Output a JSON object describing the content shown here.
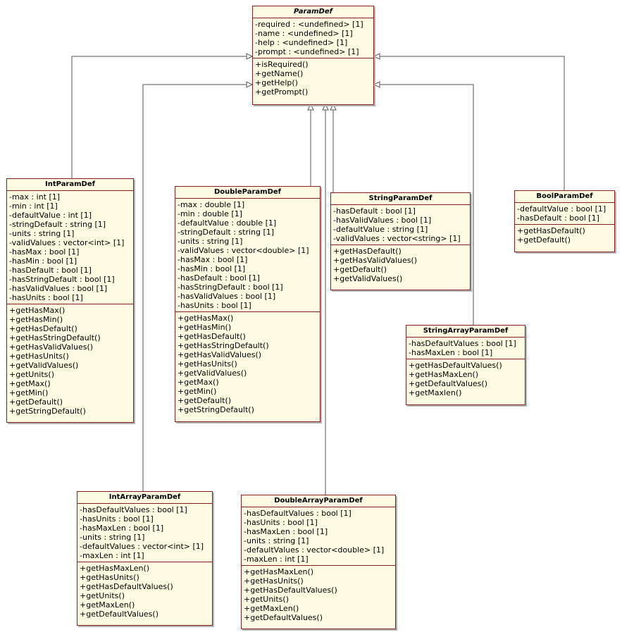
{
  "classes": {
    "paramdef": {
      "name": "ParamDef",
      "attributes": [
        "-required : <undefined> [1]",
        "-name : <undefined> [1]",
        "-help : <undefined> [1]",
        "-prompt : <undefined> [1]"
      ],
      "operations": [
        "+isRequired()",
        "+getName()",
        "+getHelp()",
        "+getPrompt()"
      ]
    },
    "intparamdef": {
      "name": "IntParamDef",
      "attributes": [
        "-max : int [1]",
        "-min : int [1]",
        "-defaultValue : int [1]",
        "-stringDefault : string [1]",
        "-units : string [1]",
        "-validValues : vector<int> [1]",
        "-hasMax : bool [1]",
        "-hasMin : bool [1]",
        "-hasDefault : bool [1]",
        "-hasStringDefault : bool [1]",
        "-hasValidValues : bool [1]",
        "-hasUnits : bool [1]"
      ],
      "operations": [
        "+getHasMax()",
        "+getHasMin()",
        "+getHasDefault()",
        "+getHasStringDefault()",
        "+getHasValidValues()",
        "+getHasUnits()",
        "+getValidValues()",
        "+getUnits()",
        "+getMax()",
        "+getMin()",
        "+getDefault()",
        "+getStringDefault()"
      ]
    },
    "doubleparamdef": {
      "name": "DoubleParamDef",
      "attributes": [
        "-max : double [1]",
        "-min : double [1]",
        "-defaultValue : double [1]",
        "-stringDefault : string [1]",
        "-units : string [1]",
        "-validValues : vector<double> [1]",
        "-hasMax : bool [1]",
        "-hasMin : bool [1]",
        "-hasDefault : bool [1]",
        "-hasStringDefault : bool [1]",
        "-hasValidValues : bool [1]",
        "-hasUnits : bool [1]"
      ],
      "operations": [
        "+getHasMax()",
        "+getHasMin()",
        "+getHasDefault()",
        "+getHasStringDefault()",
        "+getHasValidValues()",
        "+getHasUnits()",
        "+getValidValues()",
        "+getMax()",
        "+getMin()",
        "+getDefault()",
        "+getStringDefault()"
      ]
    },
    "stringparamdef": {
      "name": "StringParamDef",
      "attributes": [
        "-hasDefault : bool [1]",
        "-hasValidValues : bool [1]",
        "-defaultValue : string [1]",
        "-validValues : vector<string> [1]"
      ],
      "operations": [
        "+getHasDefault()",
        "+getHasValidValues()",
        "+getDefault()",
        "+getValidValues()"
      ]
    },
    "boolparamdef": {
      "name": "BoolParamDef",
      "attributes": [
        "-defaultValue : bool [1]",
        "-hasDefault : bool [1]"
      ],
      "operations": [
        "+getHasDefault()",
        "+getDefault()"
      ]
    },
    "stringarrayparamdef": {
      "name": "StringArrayParamDef",
      "attributes": [
        "-hasDefaultValues : bool [1]",
        "-hasMaxLen : bool [1]"
      ],
      "operations": [
        "+getHasDefaultValues()",
        "+getHasMaxLen()",
        "+getDefaultValues()",
        "+getMaxlen()"
      ]
    },
    "intarrayparamdef": {
      "name": "IntArrayParamDef",
      "attributes": [
        "-hasDefaultValues : bool [1]",
        "-hasUnits : bool [1]",
        "-hasMaxLen : bool [1]",
        "-units : string [1]",
        "-defaultValues : vector<int> [1]",
        "-maxLen : int [1]"
      ],
      "operations": [
        "+getHasMaxLen()",
        "+getHasUnits()",
        "+getHasDefaultValues()",
        "+getUnits()",
        "+getMaxLen()",
        "+getDefaultValues()"
      ]
    },
    "doublearrayparamdef": {
      "name": "DoubleArrayParamDef",
      "attributes": [
        "-hasDefaultValues : bool [1]",
        "-hasUnits : bool [1]",
        "-hasMaxLen : bool [1]",
        "-units : string [1]",
        "-defaultValues : vector<double> [1]",
        "-maxLen : int [1]"
      ],
      "operations": [
        "+getHasMaxLen()",
        "+getHasUnits()",
        "+getHasDefaultValues()",
        "+getUnits()",
        "+getMaxLen()",
        "+getDefaultValues()"
      ]
    }
  },
  "relations": [
    {
      "from": "IntParamDef",
      "to": "ParamDef",
      "type": "generalization"
    },
    {
      "from": "IntArrayParamDef",
      "to": "ParamDef",
      "type": "generalization"
    },
    {
      "from": "DoubleParamDef",
      "to": "ParamDef",
      "type": "generalization"
    },
    {
      "from": "DoubleArrayParamDef",
      "to": "ParamDef",
      "type": "generalization"
    },
    {
      "from": "StringParamDef",
      "to": "ParamDef",
      "type": "generalization"
    },
    {
      "from": "StringArrayParamDef",
      "to": "ParamDef",
      "type": "generalization"
    },
    {
      "from": "BoolParamDef",
      "to": "ParamDef",
      "type": "generalization"
    }
  ],
  "colors": {
    "box_fill": "#fffbe2",
    "box_border": "#8a1f1f",
    "edge": "#555555"
  }
}
